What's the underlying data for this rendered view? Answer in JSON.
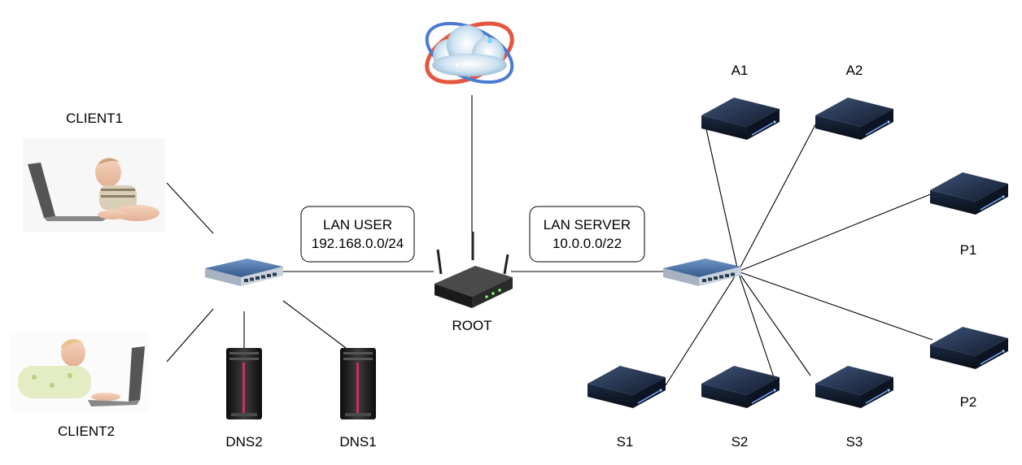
{
  "nodes": {
    "client1": "CLIENT1",
    "client2": "CLIENT2",
    "dns2": "DNS2",
    "dns1": "DNS1",
    "root": "ROOT",
    "a1": "A1",
    "a2": "A2",
    "p1": "P1",
    "p2": "P2",
    "s1": "S1",
    "s2": "S2",
    "s3": "S3"
  },
  "lan_user": {
    "name": "LAN USER",
    "subnet": "192.168.0.0/24"
  },
  "lan_server": {
    "name": "LAN SERVER",
    "subnet": "10.0.0.0/22"
  },
  "icons": {
    "cloud": "cloud-icon",
    "router": "wireless-router-icon",
    "switch": "network-switch-icon",
    "server": "server-tower-icon",
    "storage": "storage-appliance-icon",
    "laptop": "laptop-user-icon"
  },
  "colors": {
    "line": "#000000",
    "switch": "#3f6fa6",
    "appliance": "#1e2f4d",
    "tower": "#1c1c1c"
  }
}
